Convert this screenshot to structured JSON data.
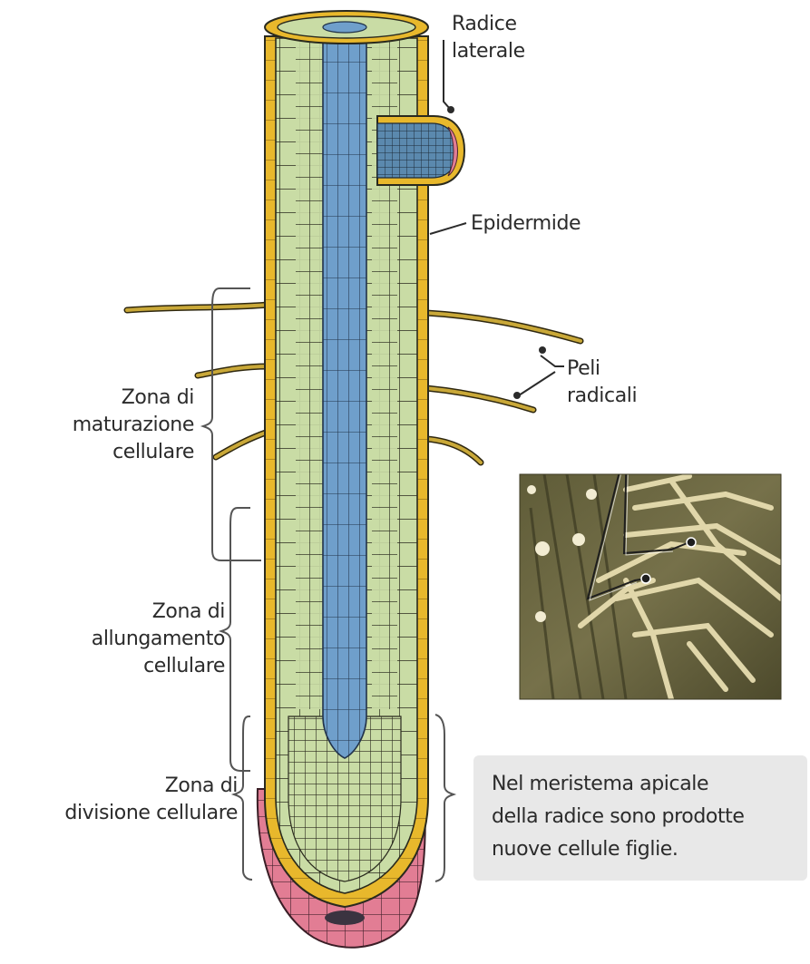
{
  "labels": {
    "lateral_root": "Radice\nlaterale",
    "epidermis": "Epidermide",
    "root_hairs": "Peli\nradicali",
    "maturation_zone": "Zona di\nmaturazione\ncellulare",
    "elongation_zone": "Zona di\nallungamento\ncellulare",
    "division_zone": "Zona di\ndivisione cellulare"
  },
  "note": {
    "text": "Nel meristema apicale\ndella radice sono prodotte\nnuove cellule figlie."
  },
  "colors": {
    "epidermis": "#e8b82c",
    "cortex": "#c9dca5",
    "vascular": "#6f9fcb",
    "root_cap": "#e27d94",
    "cell_line": "#2a2a1e",
    "bracket": "#555555",
    "note_bg": "#e8e8e8",
    "photo_bg": "#6e6a42",
    "photo_hair": "#e7ddb0"
  }
}
